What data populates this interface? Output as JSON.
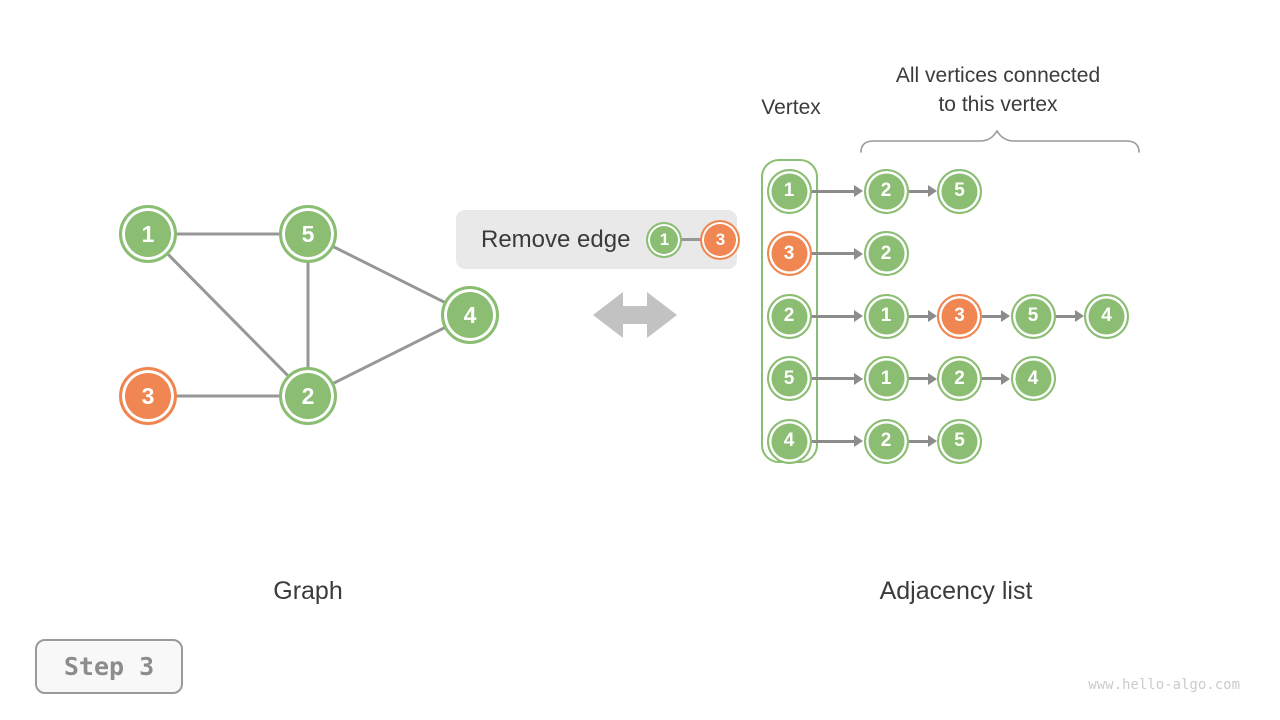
{
  "colors": {
    "green": "#8BBD73",
    "orange": "#F08651",
    "edge_gray": "#979797",
    "arrow_gray": "#8C8C8C",
    "big_arrow_gray": "#C2C2C2",
    "box_gray": "#E9E9E9",
    "text_dark": "#3B3B3B"
  },
  "remove_box": {
    "label": "Remove edge",
    "from_vertex": {
      "label": "1",
      "variant": "green"
    },
    "to_vertex": {
      "label": "3",
      "variant": "orange"
    }
  },
  "graph": {
    "caption": "Graph",
    "vertices": [
      {
        "label": "1",
        "variant": "green"
      },
      {
        "label": "5",
        "variant": "green"
      },
      {
        "label": "4",
        "variant": "green"
      },
      {
        "label": "3",
        "variant": "orange"
      },
      {
        "label": "2",
        "variant": "green"
      }
    ],
    "edges": [
      "1-5",
      "1-2",
      "5-2",
      "5-4",
      "2-4",
      "3-2"
    ]
  },
  "adjacency": {
    "caption": "Adjacency list",
    "header_vertex": "Vertex",
    "header_connected_line1": "All vertices connected",
    "header_connected_line2": "to this vertex",
    "rows": [
      {
        "vertex": {
          "label": "1",
          "variant": "green"
        },
        "neighbors": [
          {
            "label": "2",
            "variant": "green"
          },
          {
            "label": "5",
            "variant": "green"
          }
        ]
      },
      {
        "vertex": {
          "label": "3",
          "variant": "orange"
        },
        "neighbors": [
          {
            "label": "2",
            "variant": "green"
          }
        ]
      },
      {
        "vertex": {
          "label": "2",
          "variant": "green"
        },
        "neighbors": [
          {
            "label": "1",
            "variant": "green"
          },
          {
            "label": "3",
            "variant": "orange"
          },
          {
            "label": "5",
            "variant": "green"
          },
          {
            "label": "4",
            "variant": "green"
          }
        ]
      },
      {
        "vertex": {
          "label": "5",
          "variant": "green"
        },
        "neighbors": [
          {
            "label": "1",
            "variant": "green"
          },
          {
            "label": "2",
            "variant": "green"
          },
          {
            "label": "4",
            "variant": "green"
          }
        ]
      },
      {
        "vertex": {
          "label": "4",
          "variant": "green"
        },
        "neighbors": [
          {
            "label": "2",
            "variant": "green"
          },
          {
            "label": "5",
            "variant": "green"
          }
        ]
      }
    ]
  },
  "step_badge": "Step 3",
  "watermark": "www.hello-algo.com"
}
